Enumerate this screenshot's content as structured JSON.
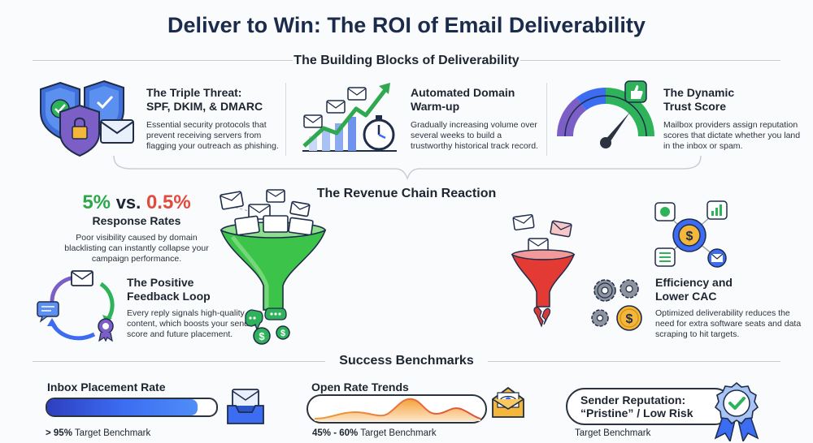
{
  "title": "Deliver to Win: The ROI of Email Deliverability",
  "sections": {
    "building_blocks": "The Building Blocks of Deliverability",
    "revenue_chain": "The Revenue Chain Reaction",
    "benchmarks": "Success Benchmarks"
  },
  "blocks": [
    {
      "heading_line1": "The Triple Threat:",
      "heading_line2": "SPF, DKIM, & DMARC",
      "description": "Essential security protocols that prevent receiving servers from flagging your outreach as phishing.",
      "icon": "security-shields-icon"
    },
    {
      "heading_line1": "Automated Domain",
      "heading_line2": "Warm-up",
      "description": "Gradually increasing volume over several weeks to build a trustworthy historical track record.",
      "icon": "warmup-growth-chart-icon"
    },
    {
      "heading_line1": "The Dynamic",
      "heading_line2": "Trust Score",
      "description": "Mailbox providers assign reputation scores that dictate whether you land in the inbox or spam.",
      "icon": "trust-gauge-icon"
    }
  ],
  "revenue": {
    "response_good": "5%",
    "response_vs": "vs.",
    "response_bad": "0.5%",
    "response_label": "Response Rates",
    "response_desc": "Poor visibility caused by domain blacklisting can instantly collapse your campaign performance.",
    "loop_heading_line1": "The Positive",
    "loop_heading_line2": "Feedback Loop",
    "loop_desc": "Every reply signals high-quality content, which boosts your sender score and future placement.",
    "cac_heading_line1": "Efficiency and",
    "cac_heading_line2": "Lower CAC",
    "cac_desc": "Optimized deliverability reduces the need for extra software seats and data scraping to hit targets."
  },
  "benchmarks": [
    {
      "label": "Inbox Placement Rate",
      "value_bold": "> 95%",
      "value_rest": " Target Benchmark",
      "fill_fraction": 0.89
    },
    {
      "label": "Open Rate Trends",
      "value_bold": "45% - 60%",
      "value_rest": " Target Benchmark"
    },
    {
      "label_line1": "Sender Reputation:",
      "label_line2": "“Pristine” / Low Risk",
      "value_rest": "Target Benchmark"
    }
  ],
  "colors": {
    "title": "#1b2b4b",
    "good": "#2aa84a",
    "bad": "#e14b3b",
    "accent_blue": "#3b6cf2"
  }
}
